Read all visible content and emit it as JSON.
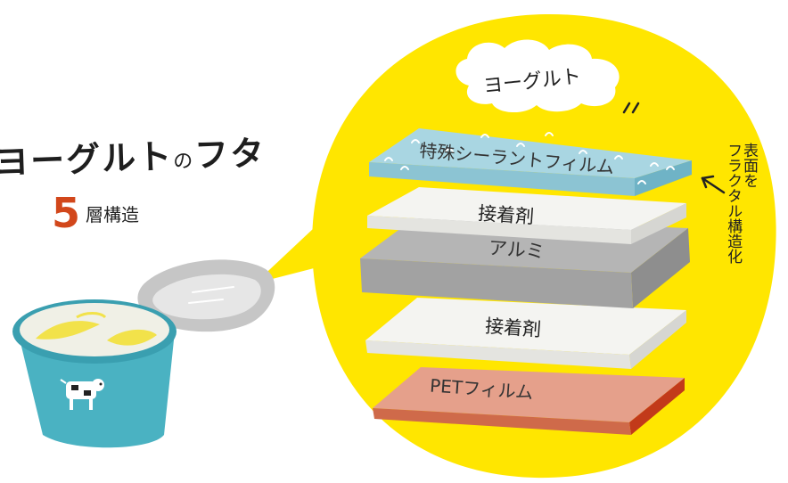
{
  "title": {
    "main": "ヨーグルト",
    "particle": "の",
    "tail": "フタ"
  },
  "subtitle": {
    "number": "5",
    "text": "層構造"
  },
  "cloud_label": "ヨーグルト",
  "layers": [
    {
      "label": "特殊シーラントフィルム",
      "color": "#a9d6e2"
    },
    {
      "label": "接着剤",
      "color": "#f3f3f0"
    },
    {
      "label": "アルミ",
      "color": "#b3b3b3"
    },
    {
      "label": "接着剤",
      "color": "#f3f3f0"
    },
    {
      "label": "PETフィルム",
      "color": "#e5a08b"
    }
  ],
  "side_note": {
    "line1": "表面を",
    "line2": "フラクタル構造化"
  },
  "colors": {
    "circle": "#ffe600",
    "cup": "#4ab2c2",
    "accent_number": "#d2471b"
  },
  "icons": [
    "yogurt-cup-icon",
    "cow-icon",
    "lid-icon",
    "arrow-icon"
  ]
}
